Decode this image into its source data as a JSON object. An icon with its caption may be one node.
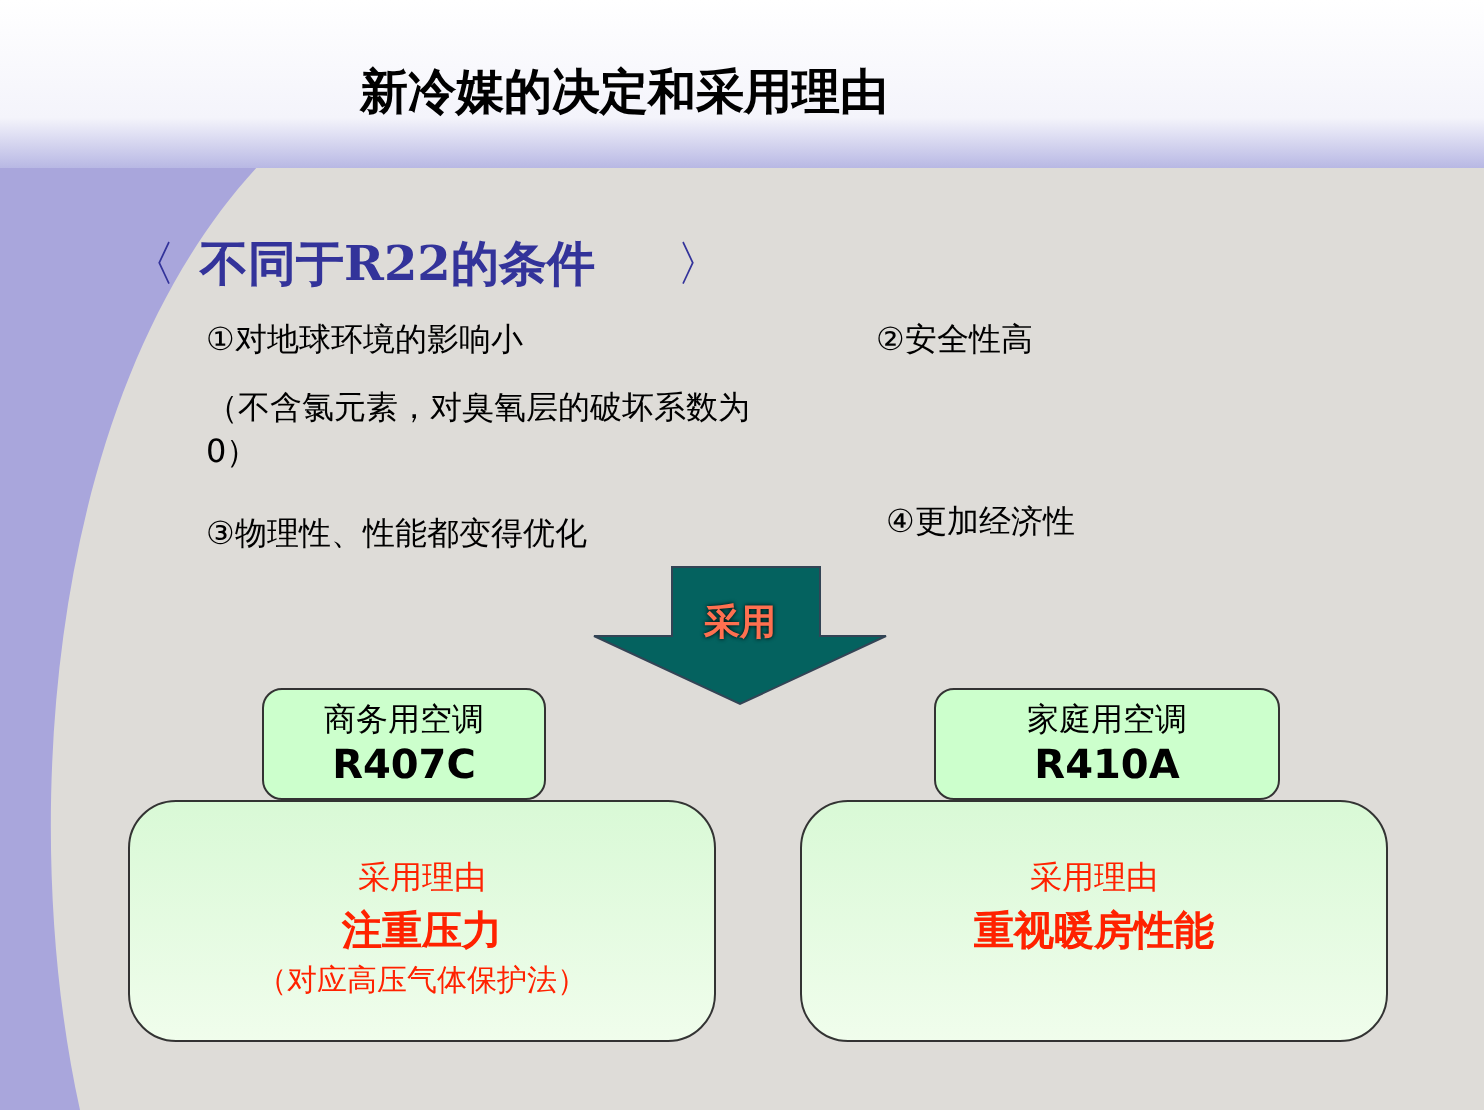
{
  "diagram": {
    "title": "新冷媒的决定和采用理由",
    "nodes": [
      {
        "text": [
          "采用"
        ]
      },
      {
        "text": [
          "商务用空调",
          "R407C"
        ]
      },
      {
        "text": [
          "采用理由",
          "注重压力",
          "（对应高压气体保护法）"
        ]
      },
      {
        "text": [
          "家庭用空调",
          "R410A"
        ]
      },
      {
        "text": [
          "采用理由",
          "重视暖房性能"
        ]
      }
    ],
    "labels": [
      "〈",
      "不同于R22的条件",
      "〉",
      "①对地球环境的影响小",
      "②安全性高",
      "（不含氯元素，对臭氧层的破坏系数为0）",
      "③物理性、性能都变得优化",
      "④更加经济性"
    ]
  }
}
